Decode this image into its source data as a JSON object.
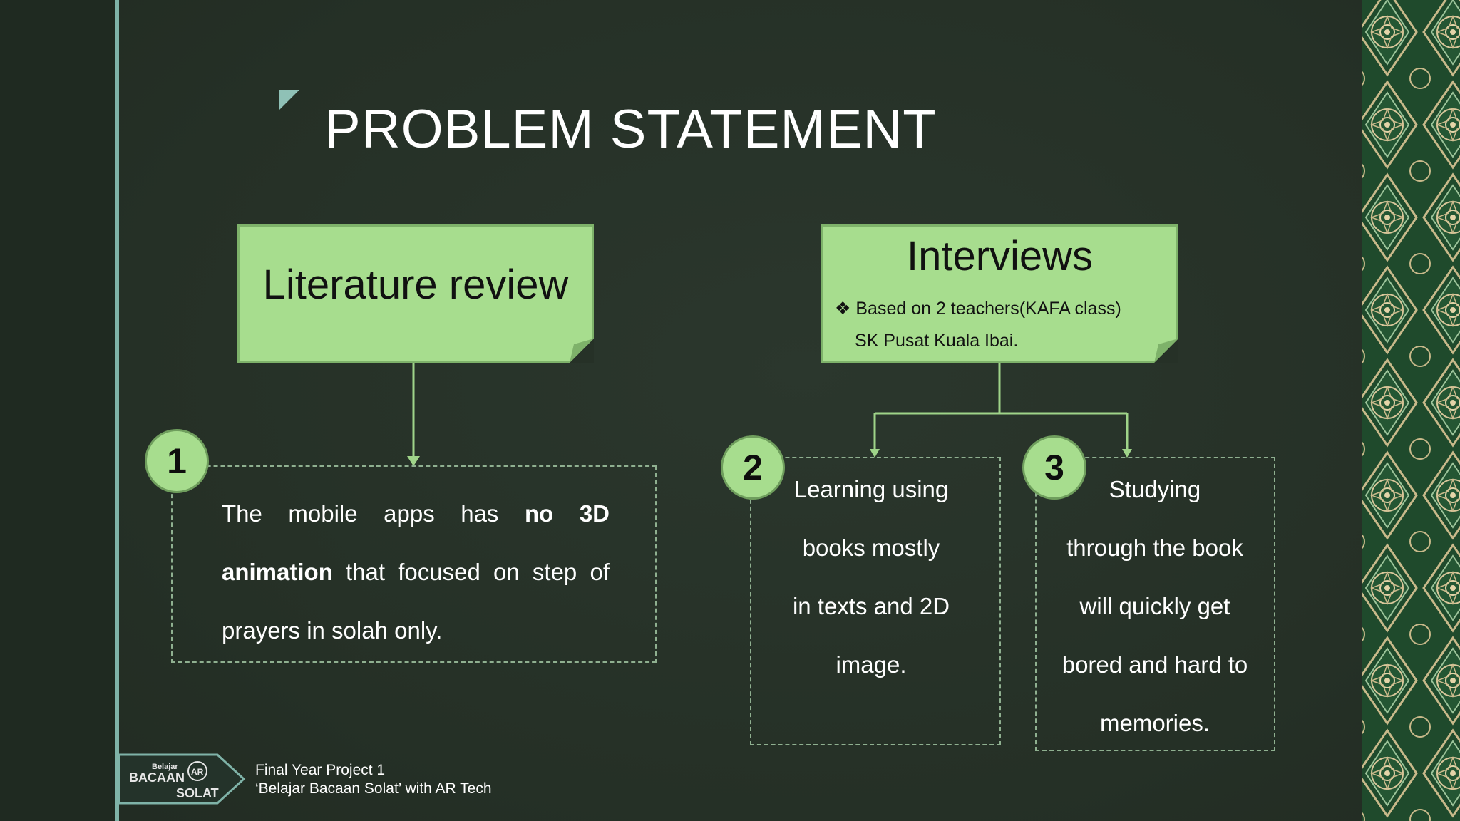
{
  "slide": {
    "title": "PROBLEM STATEMENT",
    "literature_card": {
      "title": "Literature review"
    },
    "interviews_card": {
      "title": "Interviews",
      "bullet_symbol": "❖",
      "line1": "Based on 2 teachers(KAFA class)",
      "line2": "SK Pusat Kuala Ibai."
    },
    "problems": [
      {
        "number": "1",
        "segments": [
          {
            "text": "The mobile apps has ",
            "bold": false
          },
          {
            "text": "no 3D animation",
            "bold": true
          },
          {
            "text": " that focused on step of prayers in solah only.",
            "bold": false
          }
        ]
      },
      {
        "number": "2",
        "lines": [
          "Learning using",
          "books mostly",
          "in texts and 2D",
          "image."
        ]
      },
      {
        "number": "3",
        "lines": [
          "Studying",
          "through the book",
          "will quickly get",
          "bored and hard to",
          "memories."
        ]
      }
    ],
    "footer": {
      "logo_small": "Belajar",
      "logo_main1": "BACAAN",
      "logo_main2": "SOLAT",
      "logo_ar": "AR",
      "line1": "Final Year Project 1",
      "line2": "‘Belajar Bacaan Solat’ with AR Tech"
    }
  },
  "colors": {
    "background": "#263127",
    "card_fill": "#a7dd8e",
    "accent_line": "#7fb3a8",
    "connector": "#9fd489"
  },
  "icons": [
    "title-corner-marker-icon",
    "diamond-bullet-icon",
    "folded-corner-icon",
    "logo-arrow-badge-icon"
  ]
}
